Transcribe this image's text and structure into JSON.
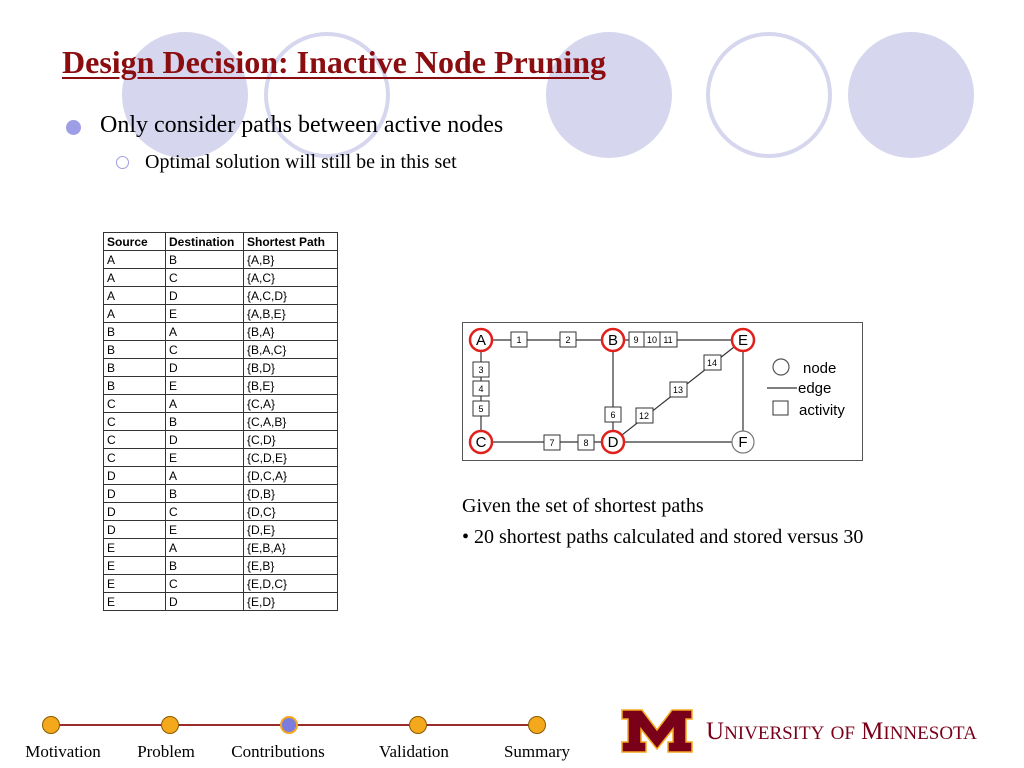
{
  "slide": {
    "title": "Design Decision: Inactive Node Pruning",
    "bullets": [
      {
        "text": "Only consider paths between active nodes"
      },
      {
        "text": "Optimal solution will still be in this set"
      }
    ]
  },
  "table": {
    "headers": [
      "Source",
      "Destination",
      "Shortest Path"
    ],
    "rows": [
      [
        "A",
        "B",
        "{A,B}"
      ],
      [
        "A",
        "C",
        "{A,C}"
      ],
      [
        "A",
        "D",
        "{A,C,D}"
      ],
      [
        "A",
        "E",
        "{A,B,E}"
      ],
      [
        "B",
        "A",
        "{B,A}"
      ],
      [
        "B",
        "C",
        "{B,A,C}"
      ],
      [
        "B",
        "D",
        "{B,D}"
      ],
      [
        "B",
        "E",
        "{B,E}"
      ],
      [
        "C",
        "A",
        "{C,A}"
      ],
      [
        "C",
        "B",
        "{C,A,B}"
      ],
      [
        "C",
        "D",
        "{C,D}"
      ],
      [
        "C",
        "E",
        "{C,D,E}"
      ],
      [
        "D",
        "A",
        "{D,C,A}"
      ],
      [
        "D",
        "B",
        "{D,B}"
      ],
      [
        "D",
        "C",
        "{D,C}"
      ],
      [
        "D",
        "E",
        "{D,E}"
      ],
      [
        "E",
        "A",
        "{E,B,A}"
      ],
      [
        "E",
        "B",
        "{E,B}"
      ],
      [
        "E",
        "C",
        "{E,D,C}"
      ],
      [
        "E",
        "D",
        "{E,D}"
      ]
    ]
  },
  "graph": {
    "nodes": [
      {
        "id": "A",
        "active": true
      },
      {
        "id": "B",
        "active": true
      },
      {
        "id": "E",
        "active": true
      },
      {
        "id": "C",
        "active": true
      },
      {
        "id": "D",
        "active": true
      },
      {
        "id": "F",
        "active": false
      }
    ],
    "activities": [
      "1",
      "2",
      "3",
      "4",
      "5",
      "6",
      "7",
      "8",
      "9",
      "10",
      "11",
      "12",
      "13",
      "14"
    ],
    "legend": {
      "node": "node",
      "edge": "edge",
      "activity": "activity"
    },
    "colors": {
      "active_ring": "#e0201b",
      "inactive_ring": "#777777"
    }
  },
  "caption": {
    "line1": "Given the set of shortest paths",
    "line2": "• 20 shortest paths calculated and stored versus 30"
  },
  "nav": {
    "items": [
      {
        "label": "Motivation",
        "current": false
      },
      {
        "label": "Problem",
        "current": false
      },
      {
        "label": "Contributions",
        "current": true
      },
      {
        "label": "Validation",
        "current": false
      },
      {
        "label": "Summary",
        "current": false
      }
    ]
  },
  "branding": {
    "university_first_initial": "U",
    "university_first_rest": "NIVERSITY",
    "university_of": "OF",
    "university_second_initial": "M",
    "university_second_rest": "INNESOTA",
    "colors": {
      "maroon": "#7a0019",
      "gold": "#f4a81c"
    }
  }
}
